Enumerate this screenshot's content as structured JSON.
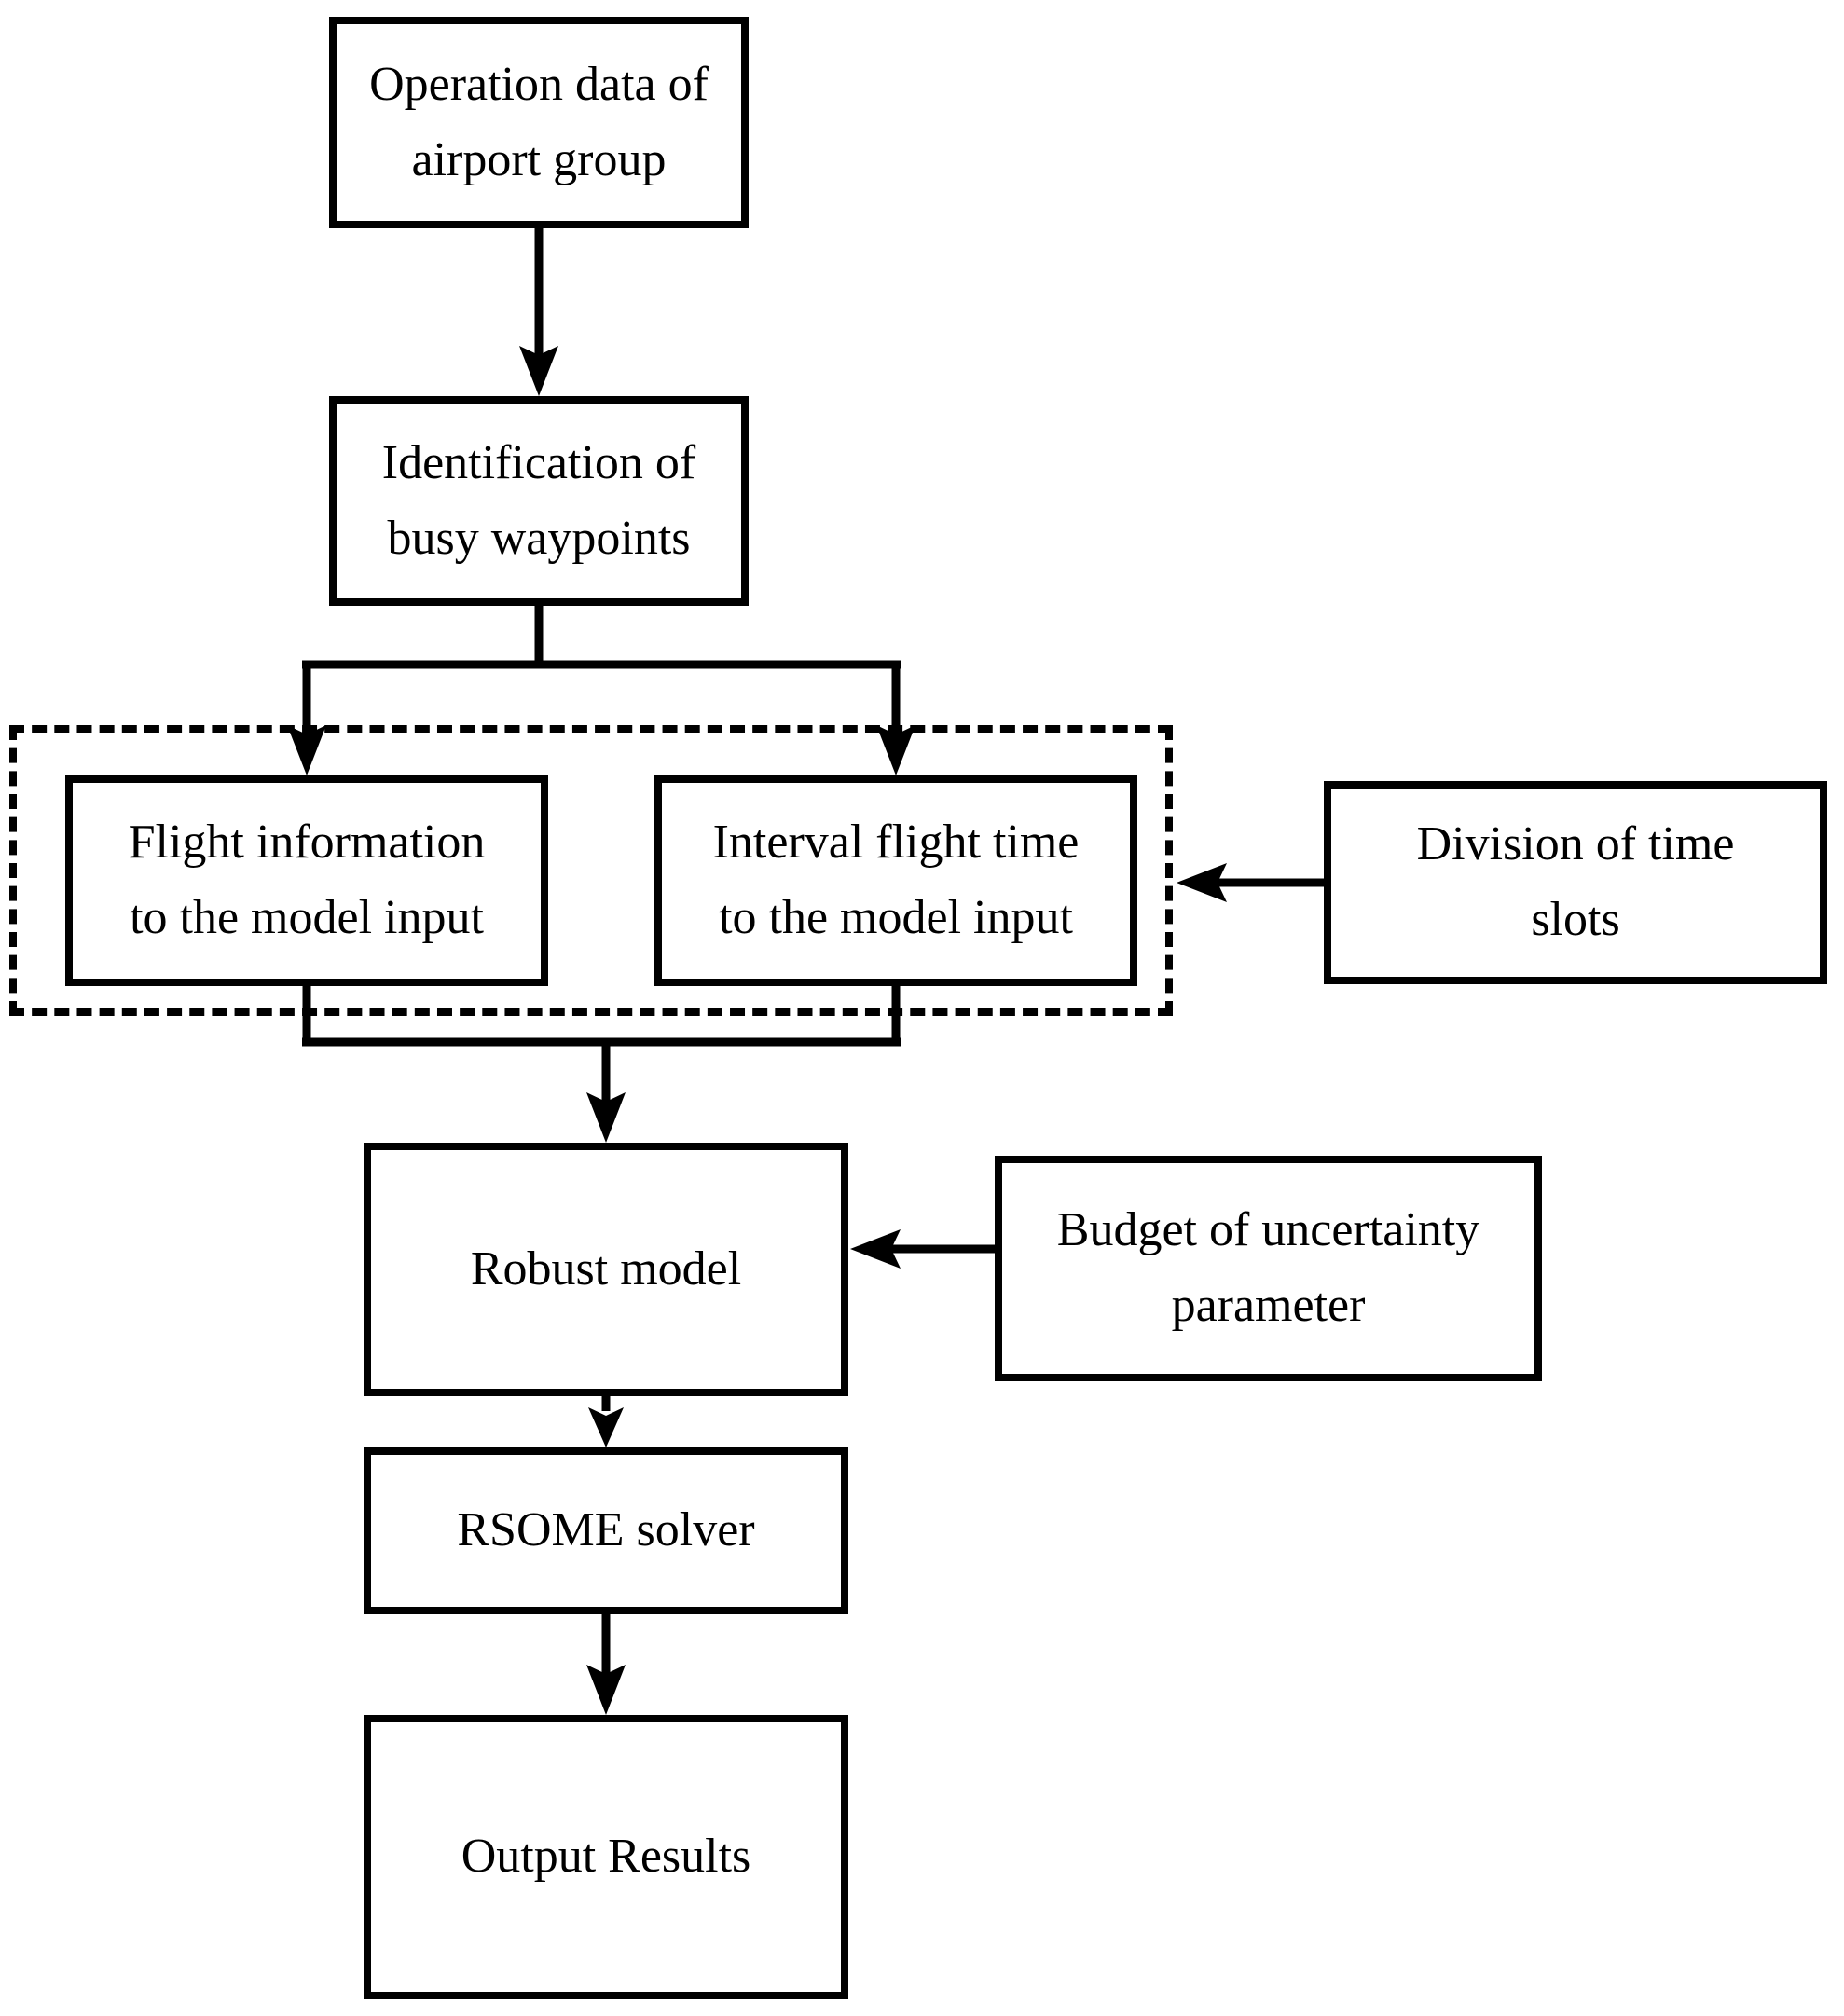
{
  "diagram": {
    "colors": {
      "ink": "#000000",
      "background": "#ffffff"
    },
    "nodes": {
      "op_data": {
        "label": "Operation data of\nairport group"
      },
      "identification": {
        "label": "Identification of\nbusy waypoints"
      },
      "flight_info": {
        "label": "Flight information\nto the model input"
      },
      "interval_time": {
        "label": "Interval flight time\nto the model input"
      },
      "division": {
        "label": "Division of time\nslots"
      },
      "robust": {
        "label": "Robust model"
      },
      "budget": {
        "label": "Budget of uncertainty\nparameter"
      },
      "rsome": {
        "label": "RSOME solver"
      },
      "output": {
        "label": "Output Results"
      }
    }
  }
}
